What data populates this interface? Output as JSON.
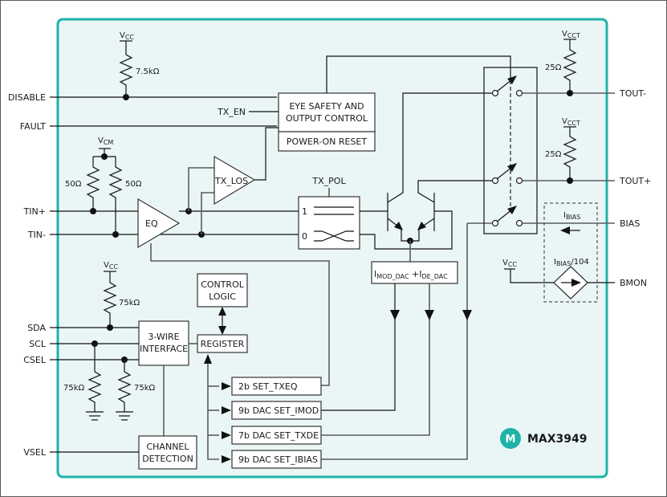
{
  "colors": {
    "chip_border": "#1fb3a8",
    "chip_fill": "#eaf6f6",
    "logo": "#1fb3a8",
    "wire": "#111111",
    "wire_gray": "#5b5b5b"
  },
  "chip": {
    "part_number": "MAX3949",
    "logo_icon": "maxim-logo-icon"
  },
  "pins_left": {
    "disable": "DISABLE",
    "fault": "FAULT",
    "tin_plus": "TIN+",
    "tin_minus": "TIN-",
    "sda": "SDA",
    "scl": "SCL",
    "csel": "CSEL",
    "vsel": "VSEL"
  },
  "pins_right": {
    "tout_minus": "TOUT-",
    "tout_plus": "TOUT+",
    "bias": "BIAS",
    "bmon": "BMON"
  },
  "supplies": {
    "vcc": {
      "main": "V",
      "sub": "CC"
    },
    "vcm": {
      "main": "V",
      "sub": "CM"
    },
    "vcct": {
      "main": "V",
      "sub": "CCT"
    }
  },
  "resistors": {
    "disable_pullup": "7.5kΩ",
    "tin_plus_term": "50Ω",
    "tin_minus_term": "50Ω",
    "sda_pullup": "75kΩ",
    "scl_pulldown": "75kΩ",
    "csel_pulldown": "75kΩ",
    "tout_minus": "25Ω",
    "tout_plus": "25Ω"
  },
  "blocks": {
    "eye_safety_line1": "EYE SAFETY AND",
    "eye_safety_line2": "OUTPUT CONTROL",
    "power_on_reset": "POWER-ON RESET",
    "tx_en": "TX_EN",
    "tx_los": "TX_LOS",
    "eq": "EQ",
    "tx_pol": "TX_POL",
    "mux_in1": "1",
    "mux_in0": "0",
    "control_logic_line1": "CONTROL",
    "control_logic_line2": "LOGIC",
    "three_wire_line1": "3-WIRE",
    "three_wire_line2": "INTERFACE",
    "register": "REGISTER",
    "channel_det_line1": "CHANNEL",
    "channel_det_line2": "DETECTION",
    "set_txeq": "2b SET_TXEQ",
    "set_imod": "9b DAC SET_IMOD",
    "set_txde": "7b DAC SET_TXDE",
    "set_ibias": "9b DAC SET_IBIAS",
    "imod_main1": "I",
    "imod_sub1": "MOD_DAC",
    "imod_plus": " +I",
    "imod_sub2": "DE_DAC",
    "ibias_main": "I",
    "ibias_sub": "BIAS",
    "bmon_main": "I",
    "bmon_sub": "BIAS",
    "bmon_ratio": "/104"
  }
}
